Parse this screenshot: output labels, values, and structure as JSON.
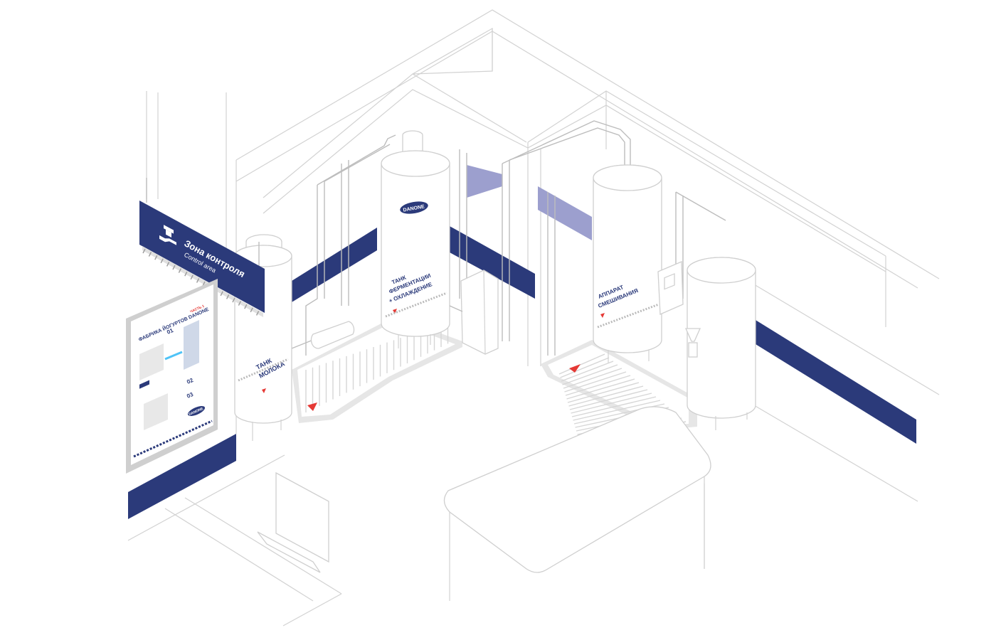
{
  "sign": {
    "title": "Зона контроля",
    "subtitle": "Control area",
    "icon": "hand-hat-icon"
  },
  "poster": {
    "title": "ФАБРИКА ЙОГУРТОВ DANONE",
    "subtitle": "ЧАСТЬ 1",
    "step_1": "01",
    "step_2": "02",
    "step_3": "03",
    "brand": "DANONE"
  },
  "tanks": {
    "milk": {
      "line1": "ТАНК",
      "line2": "МОЛОКА"
    },
    "fermentation": {
      "brand": "DANONE",
      "line1": "ТАНК",
      "line2": "ФЕРМЕНТАЦИИ",
      "line3": "+ ОХЛАЖДЕНИЕ"
    },
    "mixer": {
      "line1": "АППАРАТ",
      "line2": "СМЕШИВАНИЯ"
    }
  },
  "colors": {
    "navy": "#2b3a7a",
    "lavender": "#9c9fce",
    "warning_red": "#e53935",
    "outline": "#d2d2d2"
  }
}
